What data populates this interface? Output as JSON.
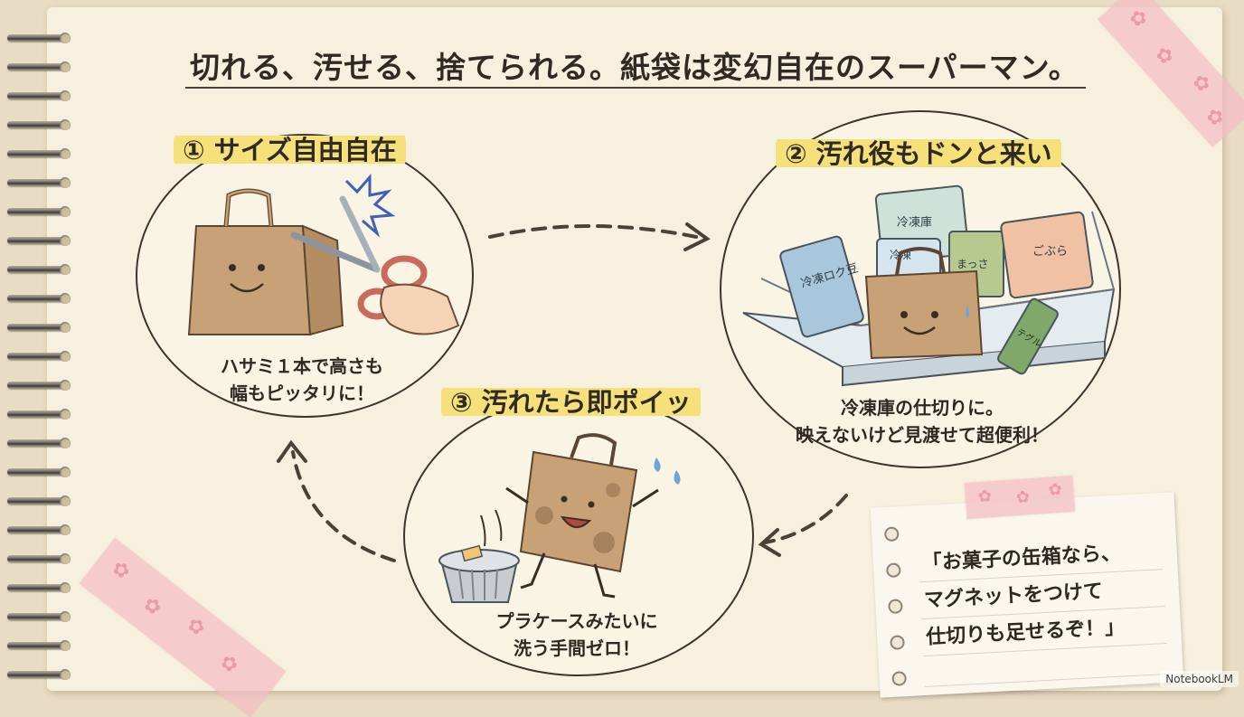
{
  "title": "切れる、汚せる、捨てられる。紙袋は変幻自在のスーパーマン。",
  "sections": [
    {
      "heading": "① サイズ自由自在",
      "caption_lines": [
        "ハサミ１本で高さも",
        "幅もピッタリに！"
      ]
    },
    {
      "heading": "② 汚れ役もドンと来い",
      "caption_lines": [
        "冷凍庫の仕切りに。",
        "映えないけど見渡せて超便利！"
      ]
    },
    {
      "heading": "③ 汚れたら即ポイッ",
      "caption_lines": [
        "プラケースみたいに",
        "洗う手間ゼロ！"
      ]
    }
  ],
  "freezer_labels": [
    "冷凍ロク豆",
    "冷凍庫",
    "まっさ",
    "ごぶら",
    "冷凍",
    "テグル"
  ],
  "note": {
    "lines": [
      "「お菓子の缶箱なら、",
      "マグネットをつけて",
      "仕切りも足せるぞ！」"
    ]
  },
  "badge": "NotebookLM",
  "colors": {
    "paper": "#f8f0df",
    "highlight": "#f6e07a",
    "bag": "#c9a176",
    "tape": "#f4bdc4"
  }
}
